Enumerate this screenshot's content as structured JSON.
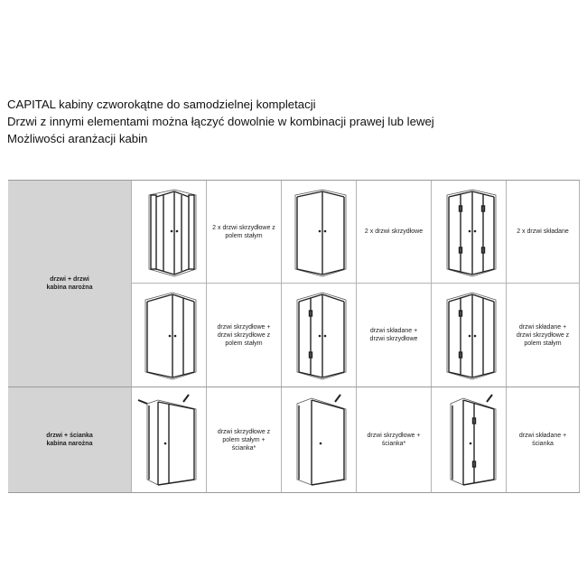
{
  "heading": {
    "line1": "CAPITAL kabiny czworokątne do samodzielnej kompletacji",
    "line2": "Drzwi z innymi elementami można łączyć dowolnie w kombinacji prawej lub lewej",
    "line3": "Możliwości aranżacji kabin"
  },
  "groups": [
    {
      "category_line1": "drzwi + drzwi",
      "category_line2": "kabina narożna",
      "rows": [
        [
          "2 x drzwi skrzydłowe z polem stałym",
          "2 x drzwi skrzydłowe",
          "2 x drzwi składane"
        ],
        [
          "drzwi skrzydłowe + drzwi skrzydłowe z polem stałym",
          "drzwi składane + drzwi skrzydłowe",
          "drzwi składane + drzwi skrzydłowe z polem stałym"
        ]
      ]
    },
    {
      "category_line1": "drzwi + ścianka",
      "category_line2": "kabina narożna",
      "rows": [
        [
          "drzwi skrzydłowe z polem stałym + ścianka*",
          "drzwi skrzydłowe + ścianka*",
          "drzwi składane + ścianka"
        ]
      ]
    }
  ],
  "diagram_icons": [
    "corner-cabin-two-hinged-doors-fixed-panel-icon",
    "corner-cabin-two-hinged-doors-icon",
    "corner-cabin-two-folding-doors-icon",
    "corner-cabin-hinged-plus-hinged-fixed-icon",
    "corner-cabin-folding-plus-hinged-icon",
    "corner-cabin-folding-plus-hinged-fixed-icon",
    "corner-cabin-hinged-fixed-plus-wall-icon",
    "corner-cabin-hinged-plus-wall-icon",
    "corner-cabin-folding-plus-wall-icon"
  ],
  "colors": {
    "category_bg": "#d4d4d4",
    "grid_line": "#b3b3b3",
    "frame": "#222222"
  }
}
